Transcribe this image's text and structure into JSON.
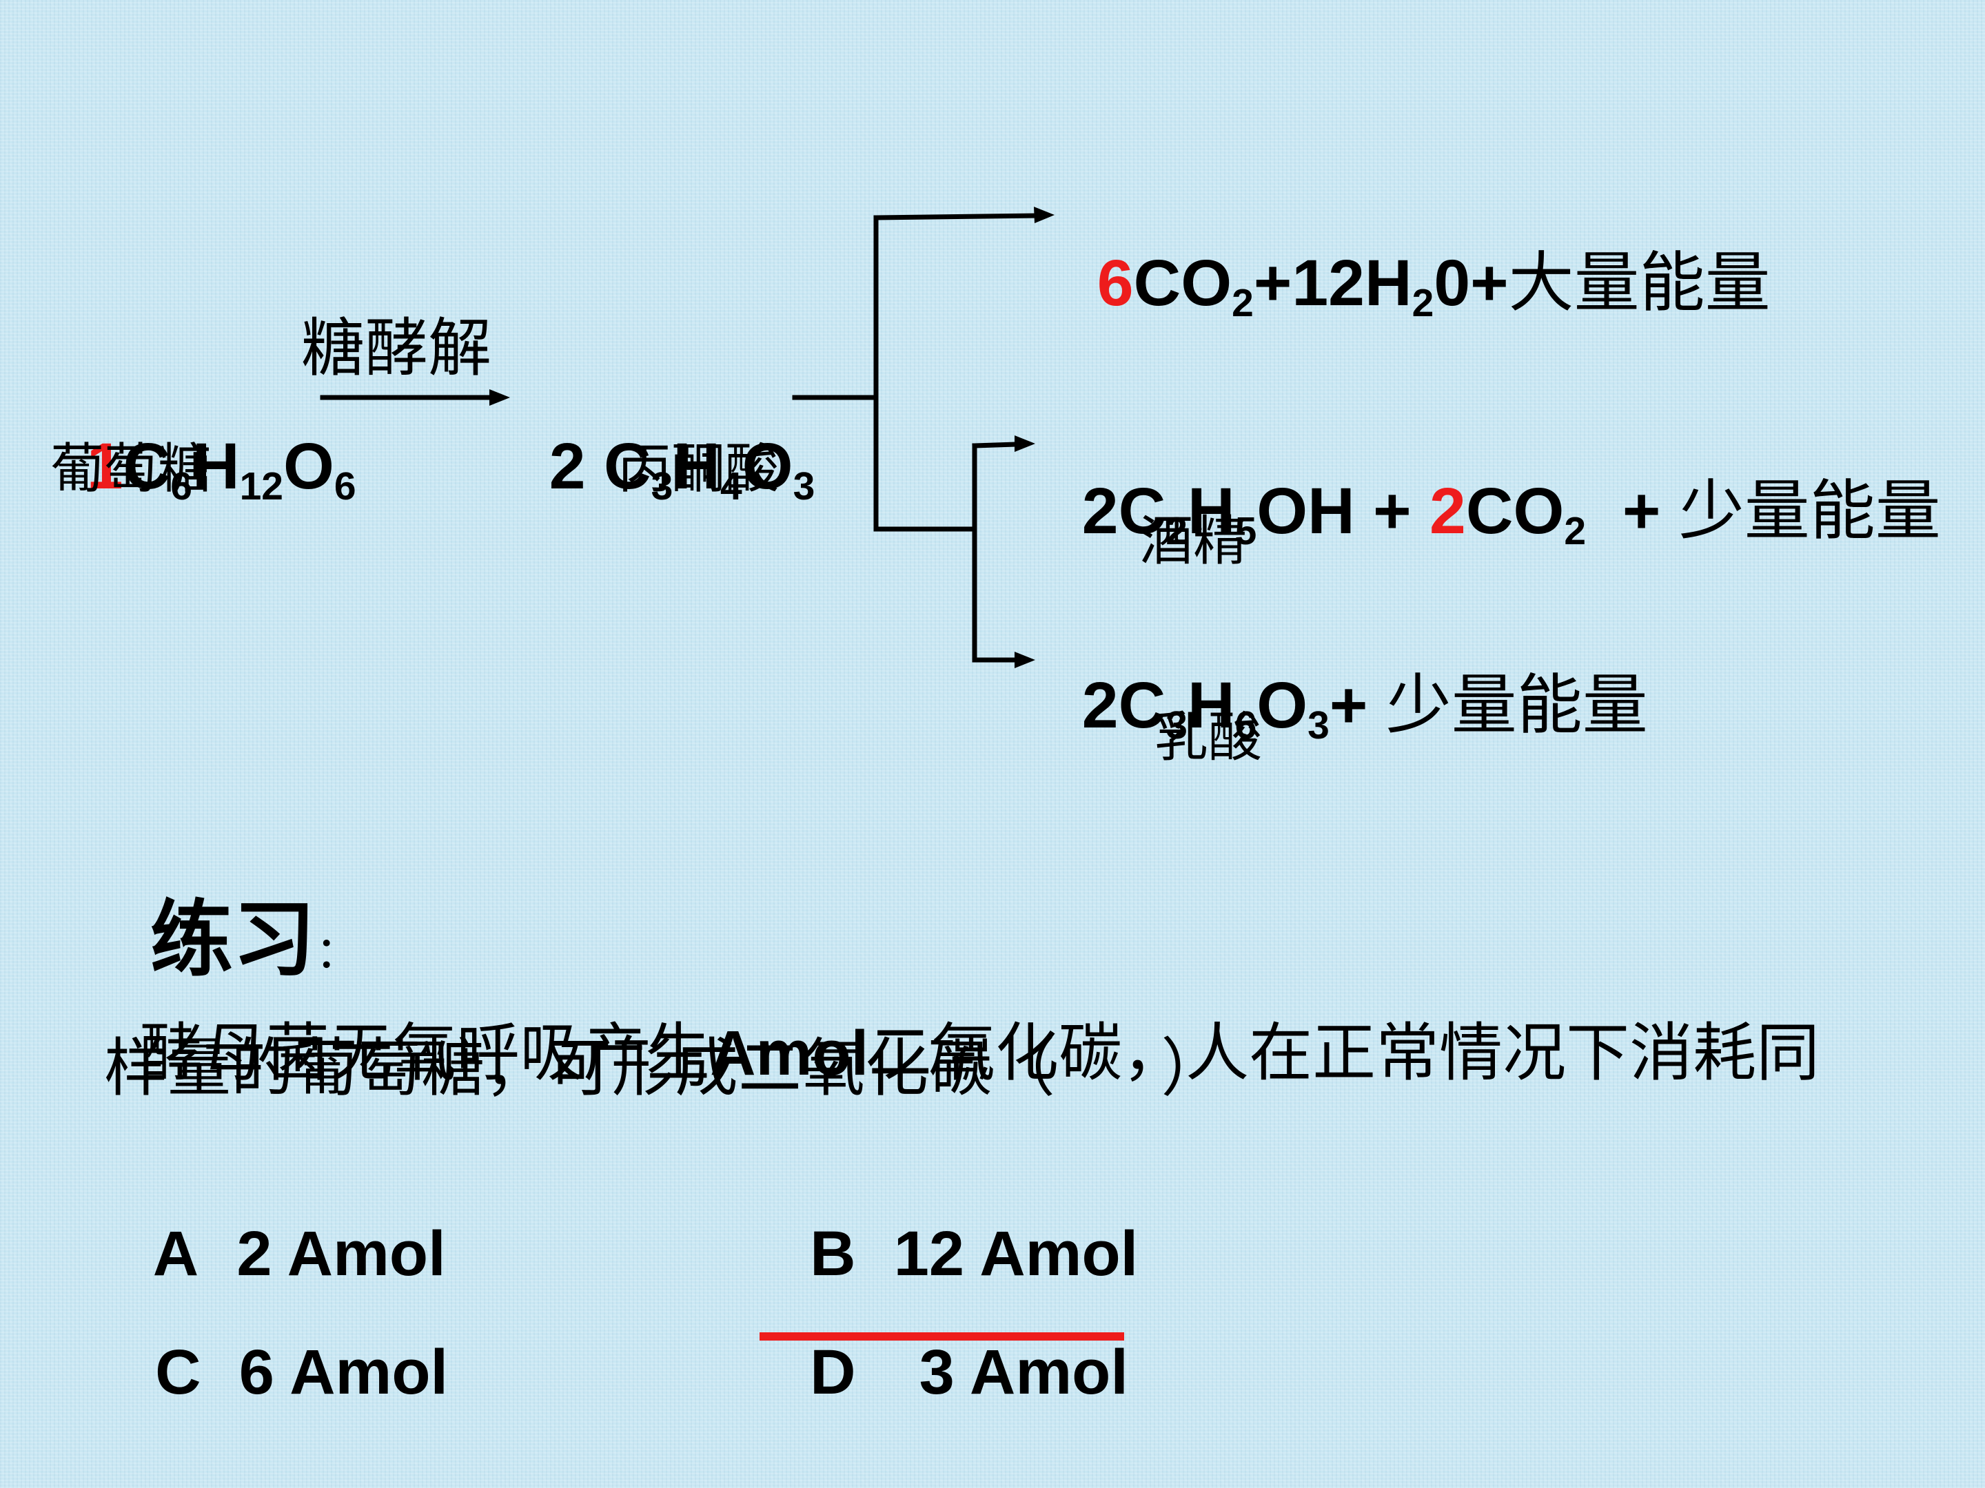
{
  "slide": {
    "colors": {
      "background": "#c9e7f3",
      "accent_red": "#ee1c1c",
      "text": "#000000",
      "line": "#000000"
    }
  },
  "pathway": {
    "glucose_formula": [
      "1",
      "C",
      "6",
      "H",
      "12",
      "O",
      "6"
    ],
    "glucose_label": "葡萄糖",
    "glycolysis_label": "糖酵解",
    "pyruvate_formula": [
      "2 C",
      "3",
      "H",
      "4",
      "O",
      "3"
    ],
    "pyruvate_label": "丙酮酸",
    "aerobic_products": [
      "6",
      "CO",
      "2",
      "+12H",
      "2",
      "0+",
      "大量能量"
    ],
    "alcohol_products": [
      "2C",
      "2",
      "H",
      "5",
      "OH + ",
      "2",
      "CO",
      "2",
      "  + ",
      "少量能量"
    ],
    "alcohol_label": "酒精",
    "lactic_products": [
      "2C",
      "3",
      "H",
      "6",
      "O",
      "3",
      "+ ",
      "少量能量"
    ],
    "lactic_label": "乳酸"
  },
  "exercise": {
    "heading": "练习",
    "heading_colon": "：",
    "question_line1": [
      "酵母菌无氧呼吸产生",
      "Amol",
      "二氧化碳，人在正常情况下消耗同"
    ],
    "question_line2": "样量的葡萄糖，可形成二氧化碳（      ）",
    "options": [
      {
        "letter": "A",
        "text": "2 Amol",
        "underlined": false
      },
      {
        "letter": "B",
        "text": "12 Amol",
        "underlined": false
      },
      {
        "letter": "C",
        "text": "6 Amol",
        "underlined": false
      },
      {
        "letter": "D",
        "text": "3 Amol",
        "underlined": true
      }
    ]
  }
}
